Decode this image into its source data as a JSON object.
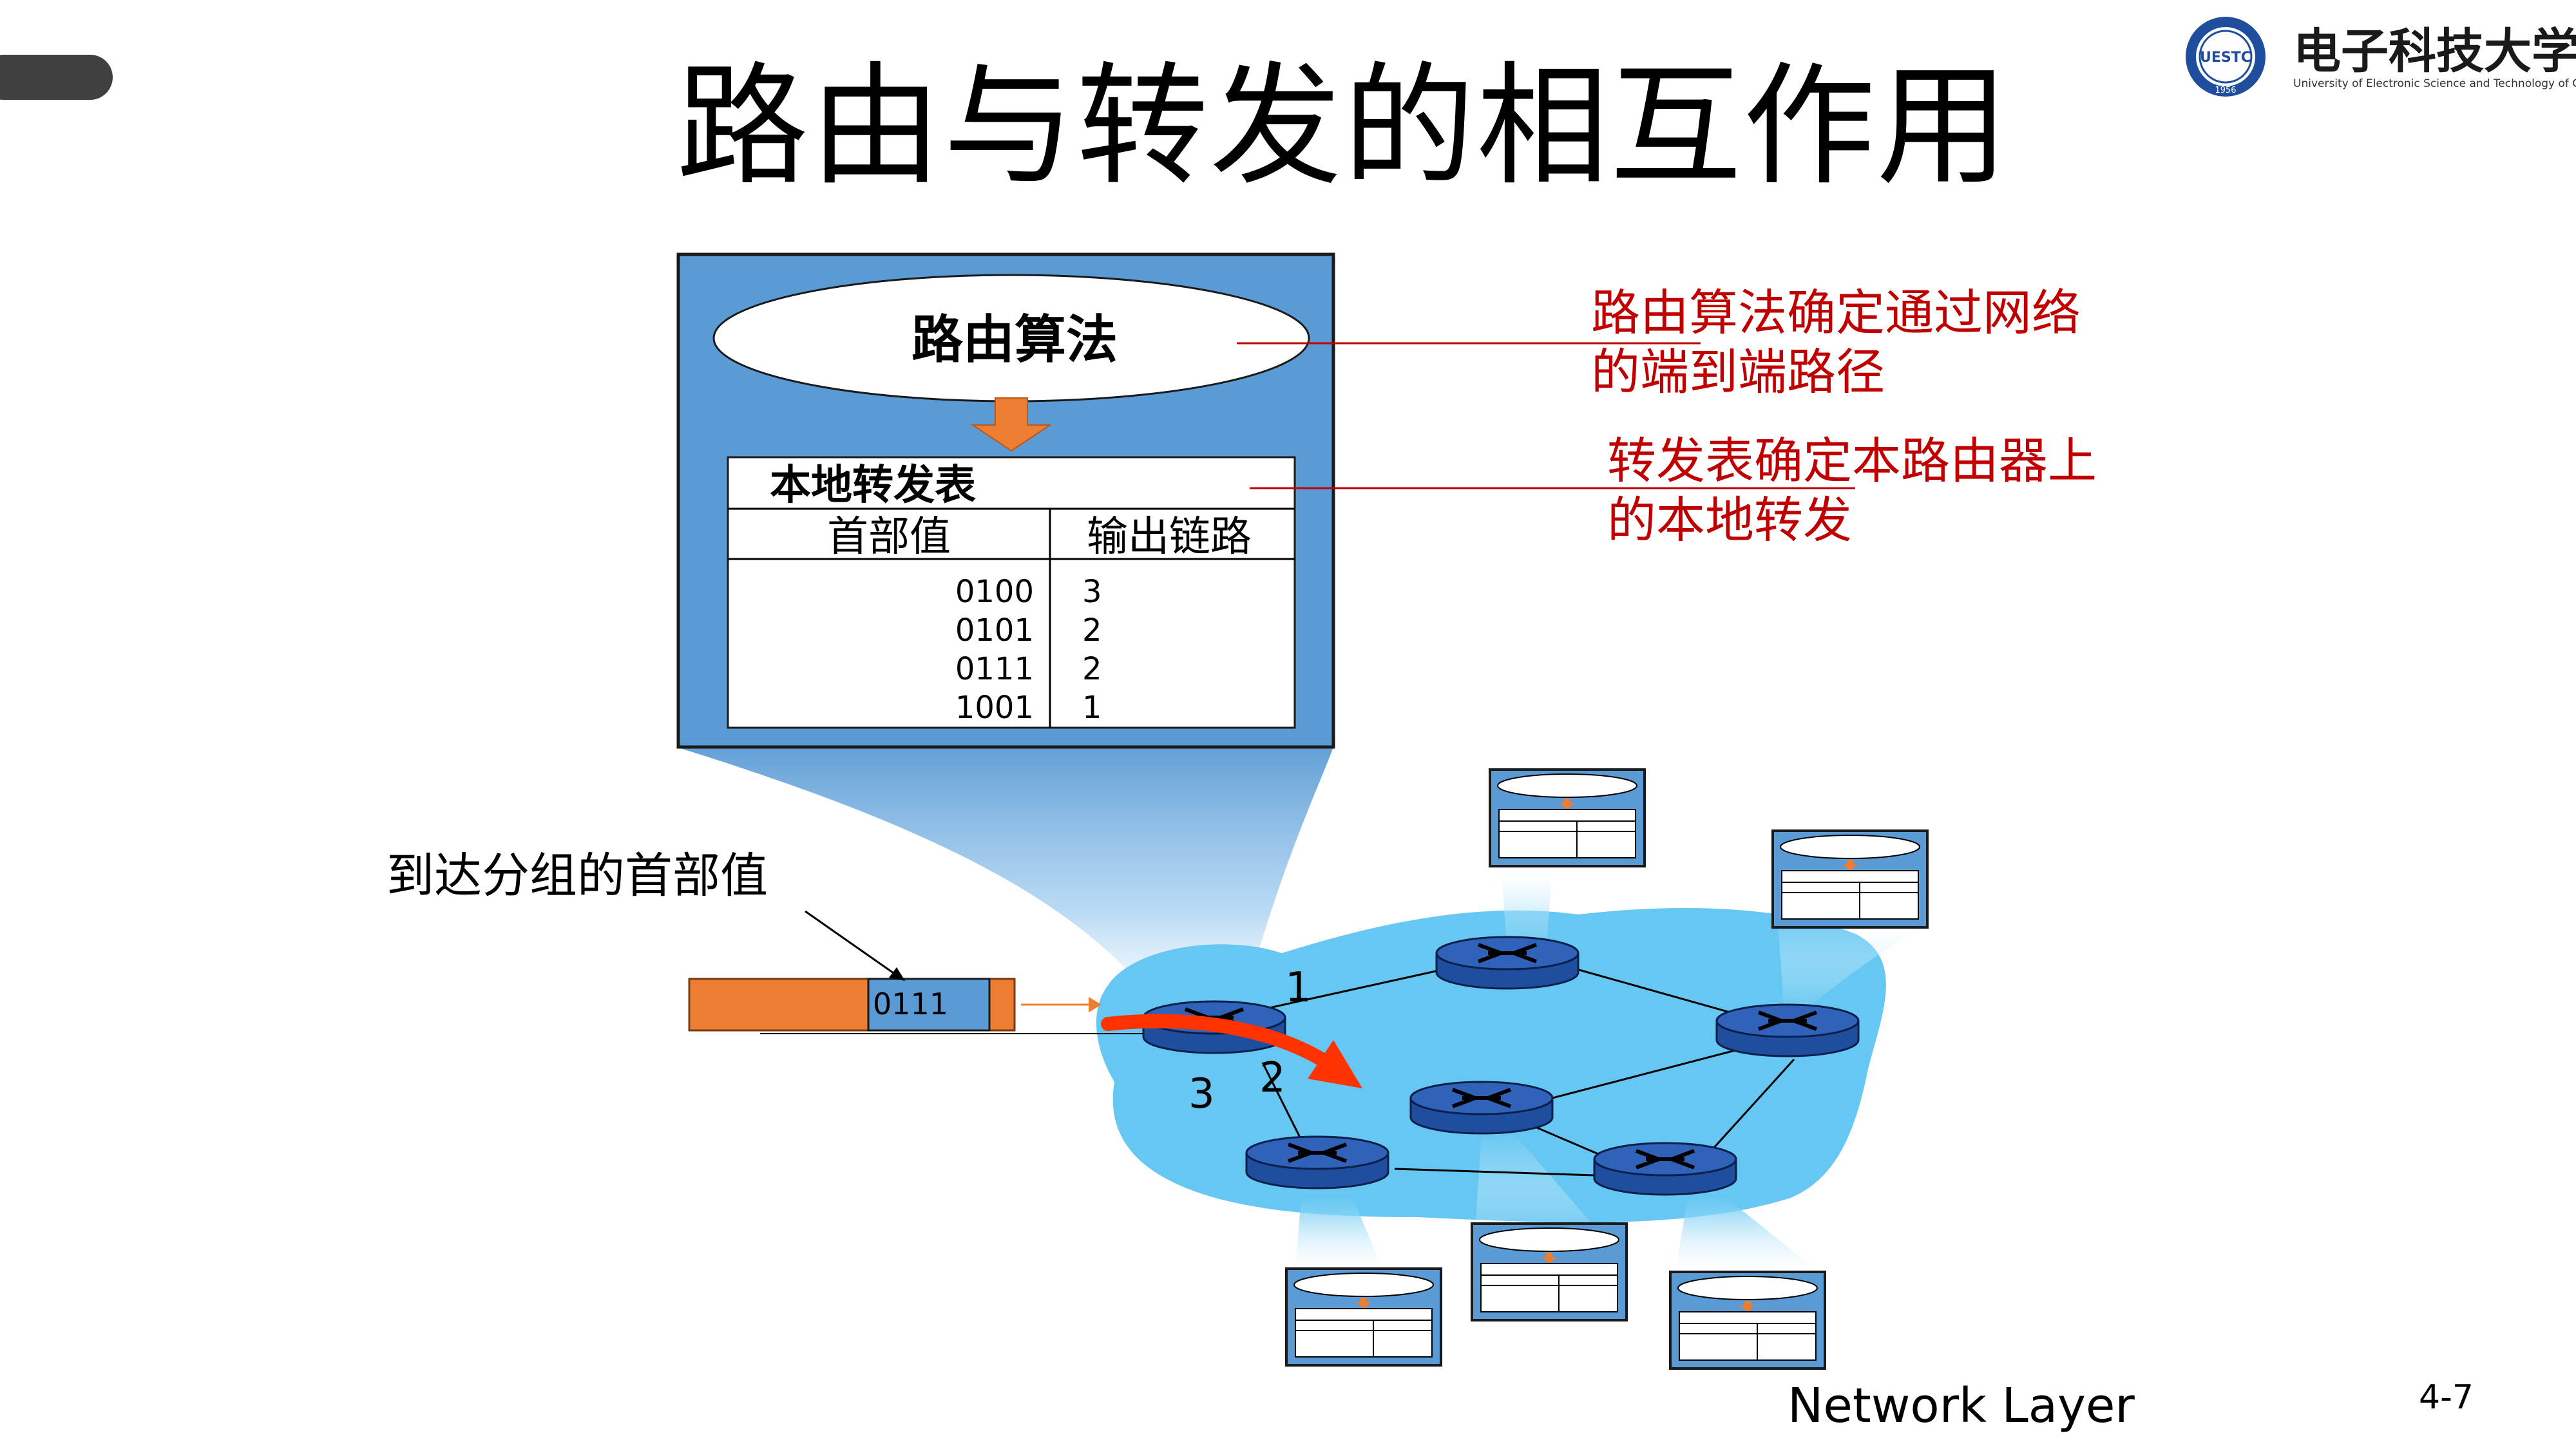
{
  "title": "路由与转发的相互作用",
  "logo": {
    "name": "电子科技大学",
    "subtitle": "University of Electronic Science and Technology of China",
    "badge_text": "UESTC",
    "year": "1956"
  },
  "router_box": {
    "algorithm_label": "路由算法",
    "table_title": "本地转发表",
    "col_header": "首部值",
    "col_link": "输出链路",
    "rows": [
      {
        "header": "0100",
        "link": "3"
      },
      {
        "header": "0101",
        "link": "2"
      },
      {
        "header": "0111",
        "link": "2"
      },
      {
        "header": "1001",
        "link": "1"
      }
    ]
  },
  "annotations": {
    "routing_line1": "路由算法确定通过网络",
    "routing_line2": "的端到端路径",
    "forwarding_line1": "转发表确定本路由器上",
    "forwarding_line2": "的本地转发"
  },
  "packet": {
    "label": "到达分组的首部值",
    "header_value": "0111"
  },
  "ports": {
    "p1": "1",
    "p2": "2",
    "p3": "3"
  },
  "footer": {
    "text": "Network Layer",
    "page": "4-7"
  },
  "colors": {
    "box_blue": "#5b9bd5",
    "cloud_blue": "#66c7f2",
    "router_blue": "#2f62b8",
    "annotation_red": "#c00000",
    "packet_orange": "#ed7d31",
    "arrow_red": "#ff3300"
  }
}
